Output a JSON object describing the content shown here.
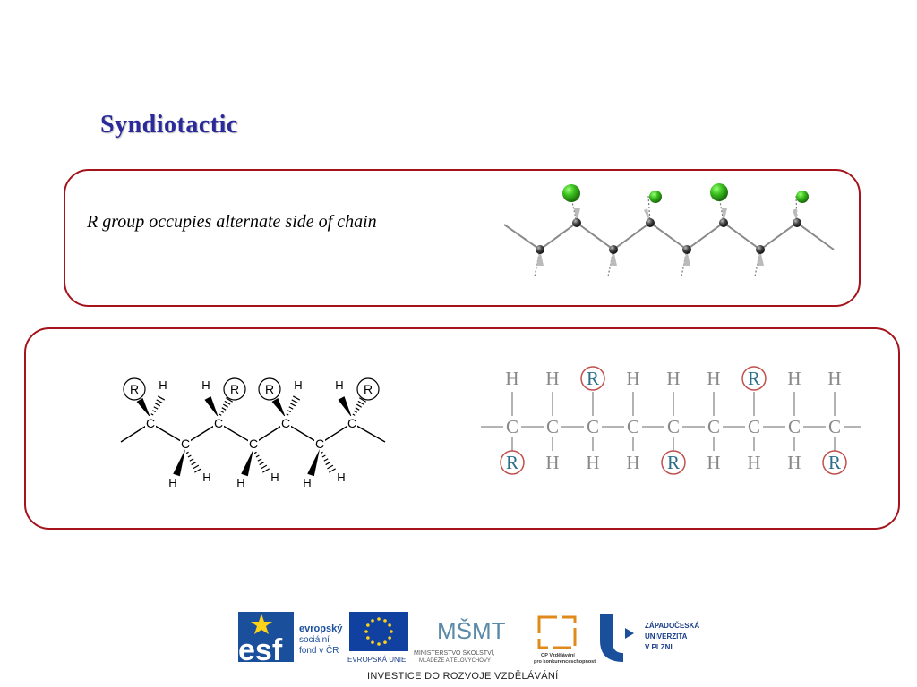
{
  "slide": {
    "title": "Syndiotactic",
    "caption": "R group occupies alternate side of chain"
  },
  "wedge_formula": {
    "carbon_label": "C",
    "h_label": "H",
    "r_label": "R"
  },
  "fischer_formula": {
    "top_row": [
      "H",
      "H",
      "R",
      "H",
      "H",
      "H",
      "R",
      "H",
      "H"
    ],
    "bottom_row": [
      "R",
      "H",
      "H",
      "H",
      "R",
      "H",
      "H",
      "H",
      "R"
    ],
    "carbon_label": "C"
  },
  "footer": {
    "esf_logo_text": "esf",
    "esf_text_1": "evropský",
    "esf_text_2": "sociální",
    "esf_text_3": "fond v ČR",
    "eu_label": "EVROPSKÁ UNIE",
    "msmt_logo_text": "MŠMT",
    "msmt_text_1": "MINISTERSTVO ŠKOLSTVÍ,",
    "msmt_text_2": "MLÁDEŽE A TĚLOVÝCHOVY",
    "op_text_1": "OP Vzdělávání",
    "op_text_2": "pro konkurenceschopnost",
    "zcu_text_1": "ZÁPADOČESKÁ",
    "zcu_text_2": "UNIVERZITA",
    "zcu_text_3": "V PLZNI",
    "investice": "INVESTICE DO ROZVOJE VZDĚLÁVÁNÍ"
  },
  "colors": {
    "title": "#2a2a9a",
    "panel_border": "#a5141c",
    "r_circle": "#c0504d",
    "r_text": "#2b6f8c",
    "fischer_gray": "#888888",
    "green_atom": "#3cc21e"
  }
}
